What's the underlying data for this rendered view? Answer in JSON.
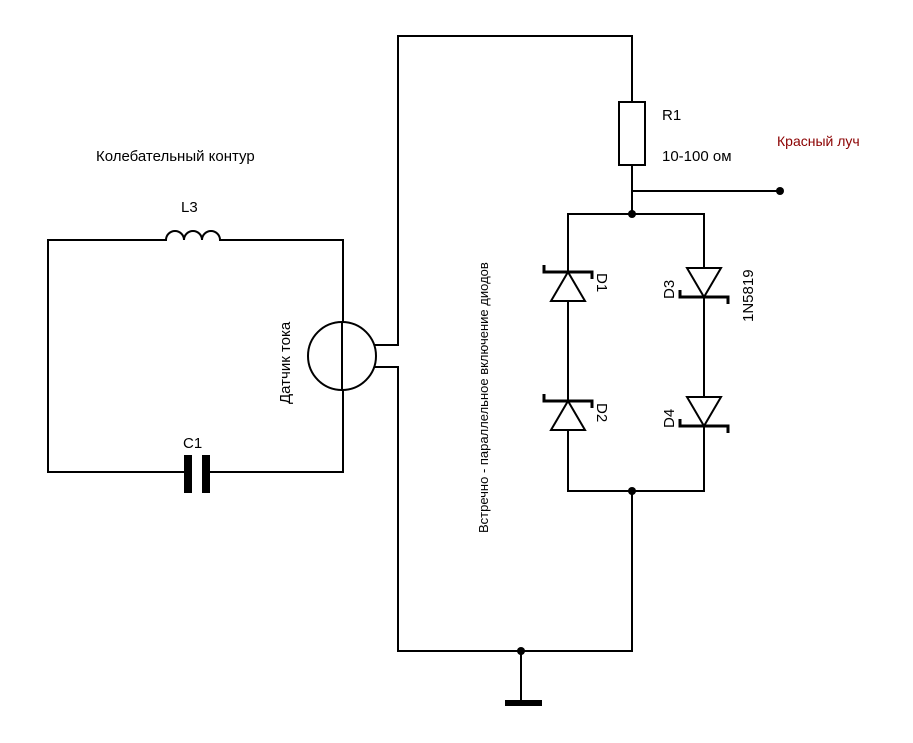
{
  "diagram": {
    "tank_circuit_title": "Колебательный контур",
    "inductor_label": "L3",
    "capacitor_label": "C1",
    "current_sensor_label": "Датчик тока",
    "resistor_label": "R1",
    "resistor_value": "10-100 ом",
    "output_label": "Красный луч",
    "diode_arrangement_label": "Встречно - параллельное включение диодов",
    "diode_d1_label": "D1",
    "diode_d2_label": "D2",
    "diode_d3_label": "D3",
    "diode_d4_label": "D4",
    "diode_part_label": "1N5819",
    "colors": {
      "wire": "#000000",
      "output_label": "#8b0000"
    }
  }
}
